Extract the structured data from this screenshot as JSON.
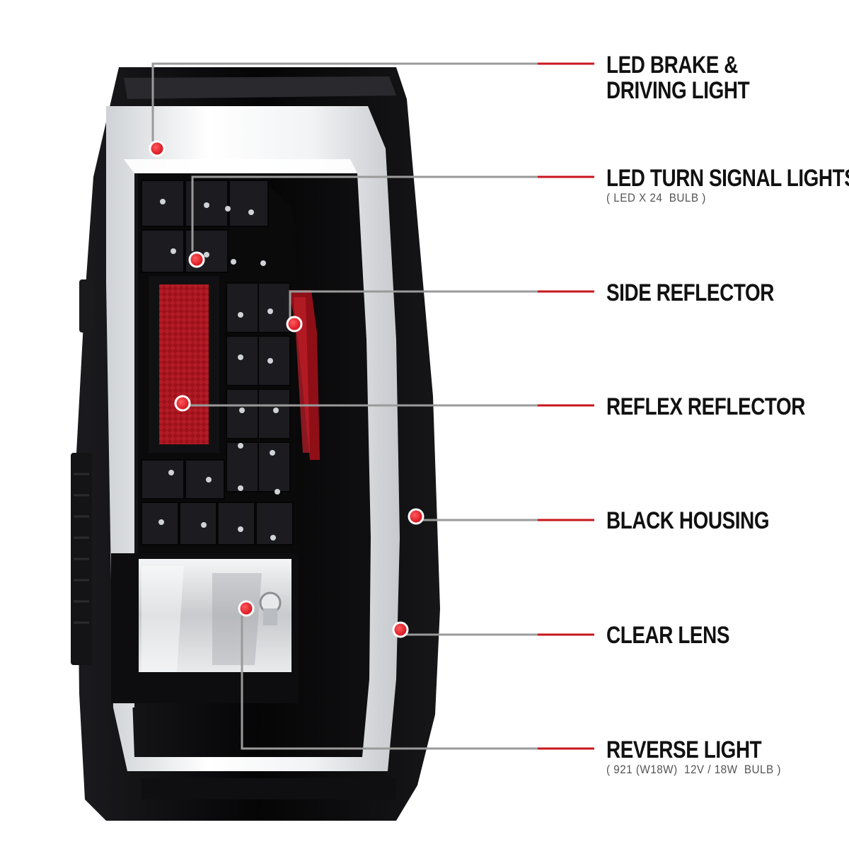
{
  "callouts": [
    {
      "title_line1": "LED BRAKE &",
      "title_line2": "DRIVING LIGHT",
      "subtitle": ""
    },
    {
      "title_line1": "LED TURN SIGNAL LIGHTS",
      "title_line2": "",
      "subtitle": "( LED X 24  BULB )"
    },
    {
      "title_line1": "SIDE REFLECTOR",
      "title_line2": "",
      "subtitle": ""
    },
    {
      "title_line1": "REFLEX REFLECTOR",
      "title_line2": "",
      "subtitle": ""
    },
    {
      "title_line1": "BLACK HOUSING",
      "title_line2": "",
      "subtitle": ""
    },
    {
      "title_line1": "CLEAR LENS",
      "title_line2": "",
      "subtitle": ""
    },
    {
      "title_line1": "REVERSE LIGHT",
      "title_line2": "",
      "subtitle": "( 921 (W18W)  12V / 18W  BULB )"
    }
  ],
  "colors": {
    "leader_line_gray": "#9a9a9a",
    "leader_line_red": "#c8161d",
    "marker_red": "#e0141b",
    "housing_black": "#0b0b0d",
    "light_bar_white": "#eef0f2",
    "reflector_red": "#a3121a"
  },
  "icons": [
    "red-dot-marker-icon"
  ]
}
